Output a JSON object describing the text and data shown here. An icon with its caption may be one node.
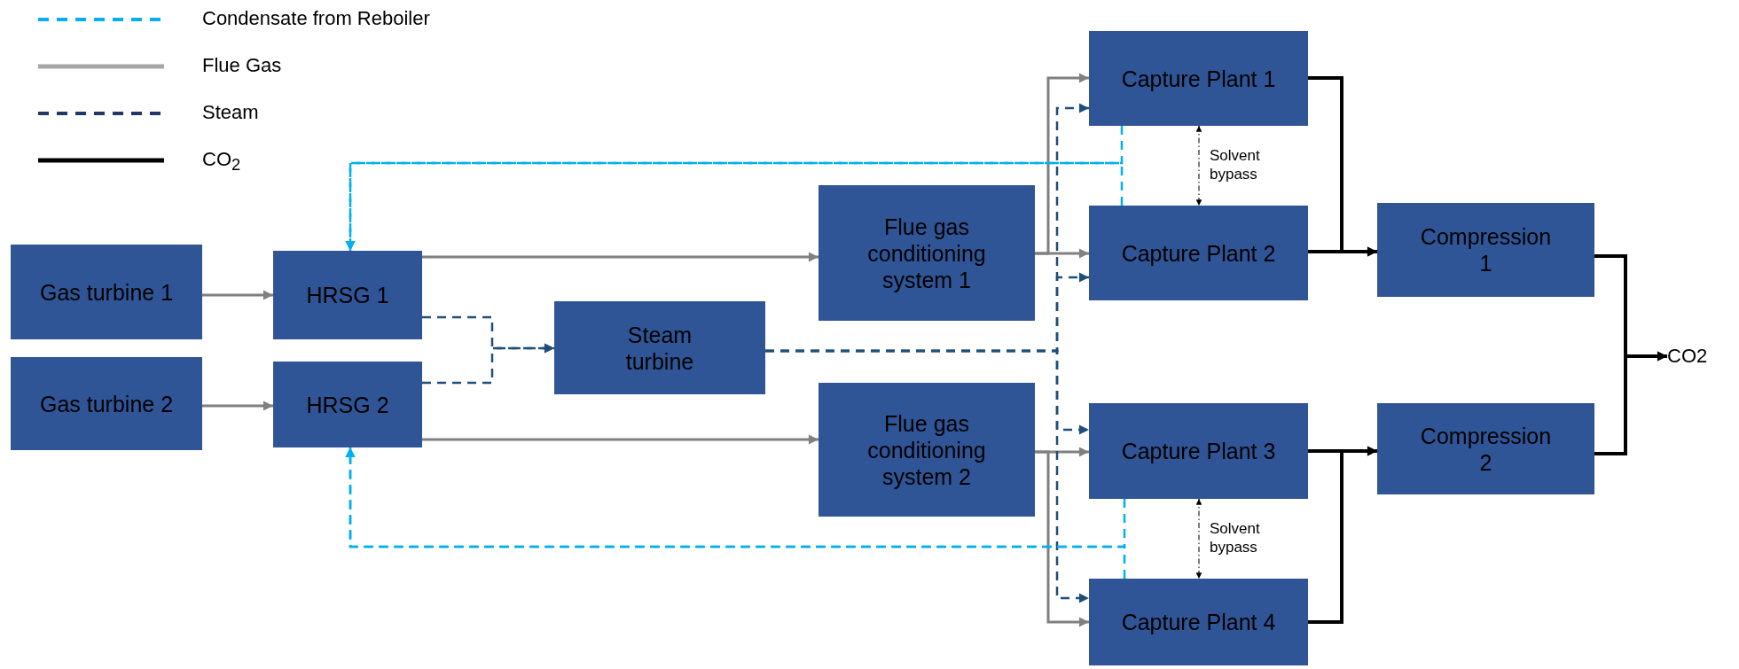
{
  "diagram": {
    "nodes": [
      {
        "text": [
          "Gas turbine 1"
        ]
      },
      {
        "text": [
          "Gas turbine 2"
        ]
      },
      {
        "text": [
          "HRSG 1"
        ]
      },
      {
        "text": [
          "HRSG 2"
        ]
      },
      {
        "text": [
          "Steam turbine"
        ]
      },
      {
        "text": [
          "Flue gas conditioning system 1"
        ]
      },
      {
        "text": [
          "Flue gas conditioning system 2"
        ]
      },
      {
        "text": [
          "Capture Plant 1"
        ]
      },
      {
        "text": [
          "Capture Plant 2"
        ]
      },
      {
        "text": [
          "Capture Plant 3"
        ]
      },
      {
        "text": [
          "Capture Plant 4"
        ]
      },
      {
        "text": [
          "Compression 1"
        ]
      },
      {
        "text": [
          "Compression 2"
        ]
      },
      {
        "text": [
          "CO2"
        ]
      }
    ],
    "edges": [
      {
        "from": 0,
        "to": 2,
        "arrow": "to",
        "color": "#808080"
      },
      {
        "from": 1,
        "to": 3,
        "arrow": "to",
        "color": "#808080"
      },
      {
        "from": 2,
        "to": 5,
        "arrow": "to",
        "color": "#808080"
      },
      {
        "from": 3,
        "to": 6,
        "arrow": "to",
        "color": "#808080"
      },
      {
        "from": 2,
        "to": 4,
        "arrow": "to",
        "style": "dashed",
        "color": "#1f4e79"
      },
      {
        "from": 3,
        "to": 4,
        "arrow": "to",
        "style": "dashed",
        "color": "#1f4e79"
      },
      {
        "from": 5,
        "to": 7,
        "arrow": "to",
        "color": "#808080"
      },
      {
        "from": 5,
        "to": 8,
        "arrow": "to",
        "color": "#808080"
      },
      {
        "from": 6,
        "to": 9,
        "arrow": "to",
        "color": "#808080"
      },
      {
        "from": 6,
        "to": 10,
        "arrow": "to",
        "color": "#808080"
      },
      {
        "from": 4,
        "to": 7,
        "arrow": "to",
        "style": "dashed",
        "color": "#1f4e79"
      },
      {
        "from": 4,
        "to": 8,
        "arrow": "to",
        "style": "dashed",
        "color": "#1f4e79"
      },
      {
        "from": 4,
        "to": 9,
        "arrow": "to",
        "style": "dashed",
        "color": "#1f4e79"
      },
      {
        "from": 4,
        "to": 10,
        "arrow": "to",
        "style": "dashed",
        "color": "#1f4e79"
      },
      {
        "from": 7,
        "to": 2,
        "arrow": "to",
        "style": "dashed",
        "color": "#00b0f0"
      },
      {
        "from": 8,
        "to": 2,
        "arrow": "to",
        "style": "dashed",
        "color": "#00b0f0"
      },
      {
        "from": 9,
        "to": 3,
        "arrow": "to",
        "style": "dashed",
        "color": "#00b0f0"
      },
      {
        "from": 10,
        "to": 3,
        "arrow": "to",
        "style": "dashed",
        "color": "#00b0f0"
      },
      {
        "from": 7,
        "to": 8,
        "arrow": "both",
        "label": "Solvent bypass",
        "style": "dashed",
        "color": "#000000"
      },
      {
        "from": 9,
        "to": 10,
        "arrow": "both",
        "label": "Solvent bypass",
        "style": "dashed",
        "color": "#000000"
      },
      {
        "from": 7,
        "to": 11,
        "arrow": "to",
        "color": "#000000"
      },
      {
        "from": 8,
        "to": 11,
        "arrow": "to",
        "color": "#000000"
      },
      {
        "from": 9,
        "to": 12,
        "arrow": "to",
        "color": "#000000"
      },
      {
        "from": 10,
        "to": 12,
        "arrow": "to",
        "color": "#000000"
      },
      {
        "from": 11,
        "to": 13,
        "arrow": "to",
        "color": "#000000"
      },
      {
        "from": 12,
        "to": 13,
        "arrow": "to",
        "color": "#000000"
      }
    ],
    "legend": [
      {
        "text": "Condensate from Reboiler"
      },
      {
        "text": "Flue Gas"
      },
      {
        "text": "Steam"
      },
      {
        "text": "CO$_{2}$"
      }
    ]
  }
}
